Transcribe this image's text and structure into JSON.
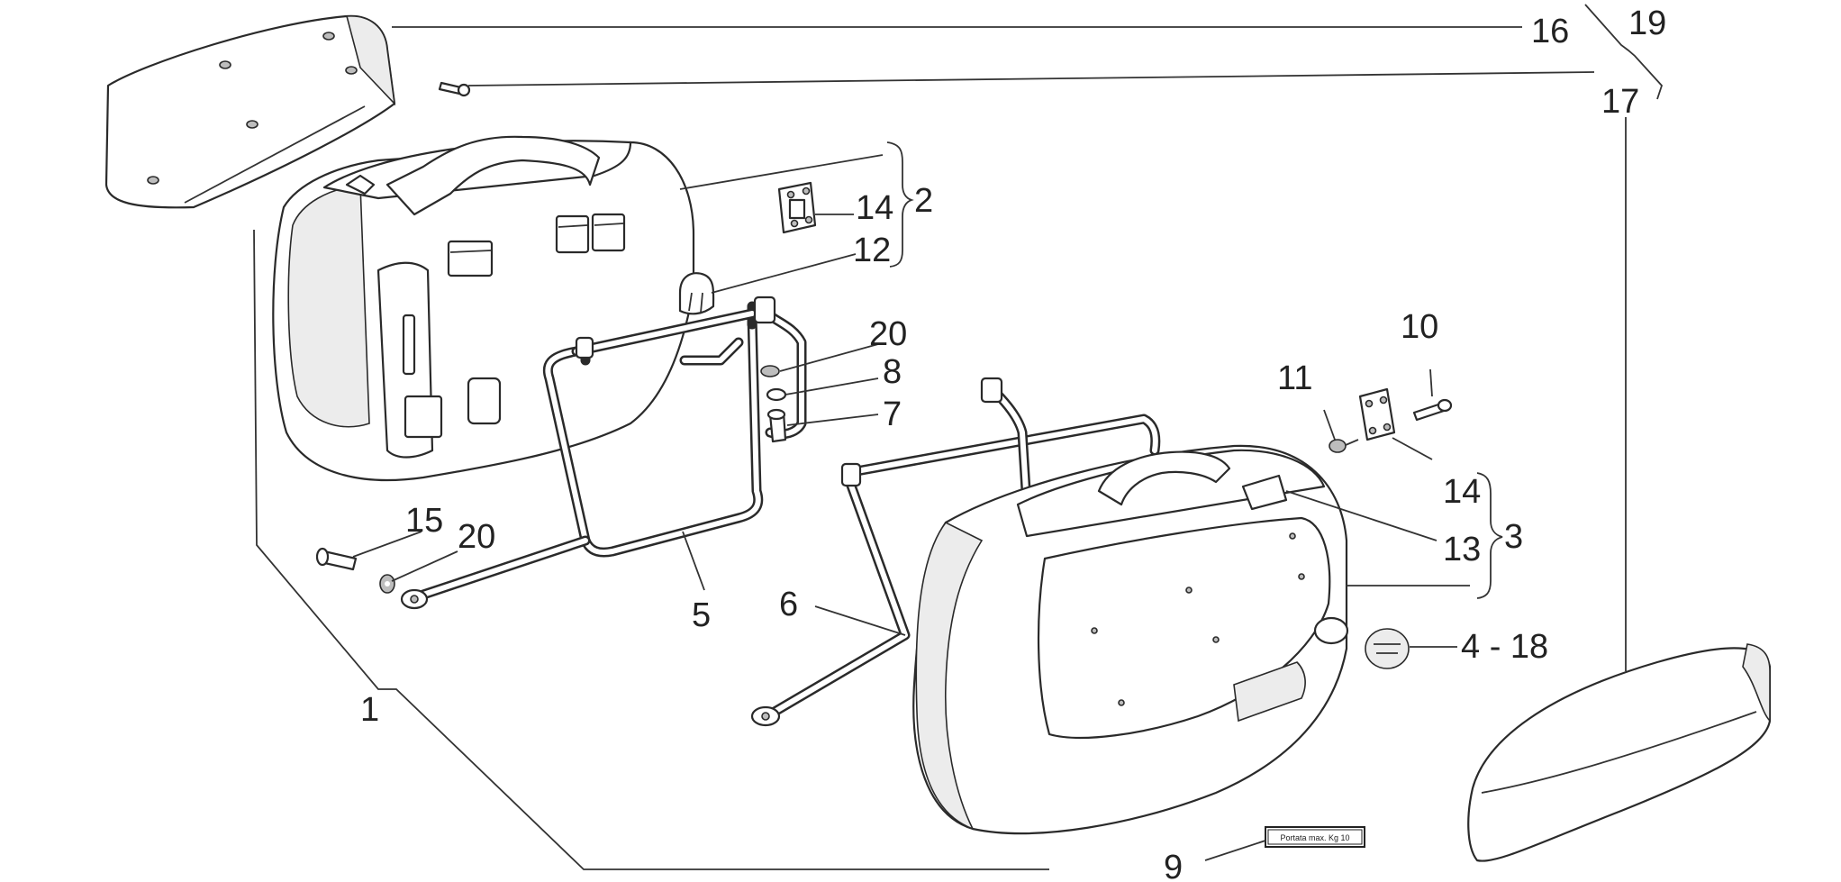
{
  "callouts": {
    "c1": "1",
    "c2": "2",
    "c3": "3",
    "c4_18": "4 - 18",
    "c5": "5",
    "c6": "6",
    "c7": "7",
    "c8": "8",
    "c9": "9",
    "c10": "10",
    "c11": "11",
    "c12": "12",
    "c13": "13",
    "c14_top": "14",
    "c14_right": "14",
    "c15": "15",
    "c16": "16",
    "c17": "17",
    "c19": "19",
    "c20_top": "20",
    "c20_left": "20"
  },
  "label_plate": {
    "text": "Portata max. Kg 10"
  }
}
